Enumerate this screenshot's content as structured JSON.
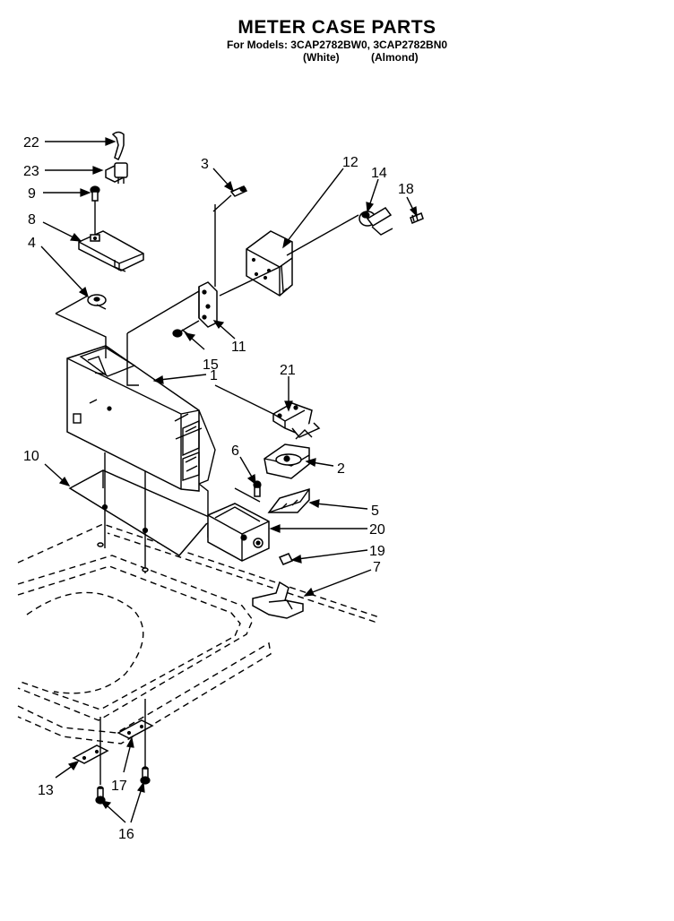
{
  "header": {
    "title": "METER CASE PARTS",
    "subtitle": "For Models: 3CAP2782BW0, 3CAP2782BN0",
    "variant_white": "(White)",
    "variant_almond": "(Almond)"
  },
  "callouts": {
    "c1": "1",
    "c2": "2",
    "c3": "3",
    "c4": "4",
    "c5": "5",
    "c6": "6",
    "c7": "7",
    "c8": "8",
    "c9": "9",
    "c10": "10",
    "c11": "11",
    "c12": "12",
    "c13": "13",
    "c14": "14",
    "c15": "15",
    "c16": "16",
    "c17": "17",
    "c18": "18",
    "c19": "19",
    "c20": "20",
    "c21": "21",
    "c22": "22",
    "c23": "23"
  }
}
